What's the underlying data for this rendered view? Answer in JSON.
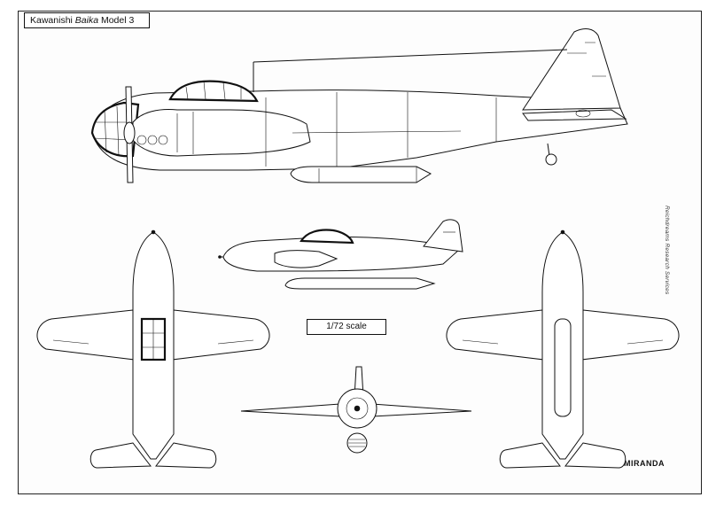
{
  "sheet": {
    "title_prefix": "Kawanishi ",
    "title_italic": "Baika",
    "title_suffix": " Model 3",
    "scale_label": "1/72 scale",
    "credit": "Reichdreams Research Services",
    "signature": "MIRANDA"
  },
  "views": [
    {
      "name": "side-view-large"
    },
    {
      "name": "side-view-small"
    },
    {
      "name": "top-view"
    },
    {
      "name": "bottom-view"
    },
    {
      "name": "front-view"
    }
  ]
}
